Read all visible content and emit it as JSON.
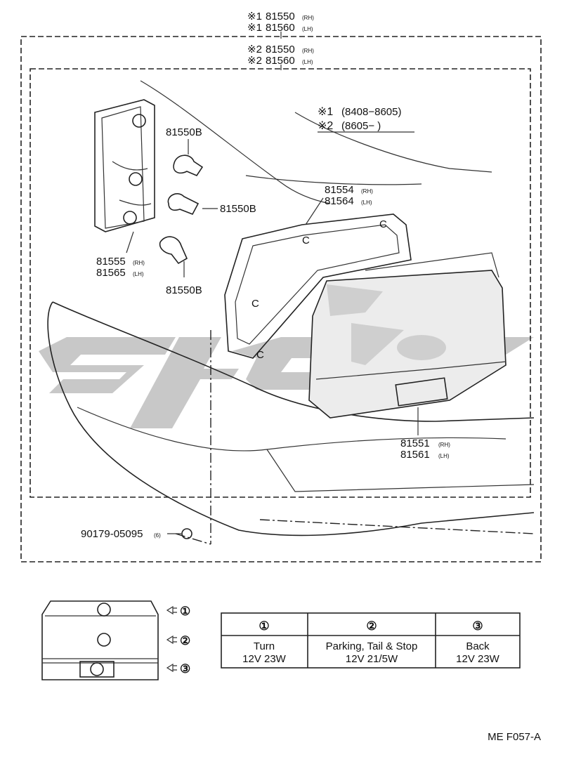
{
  "assembly": {
    "line1": {
      "mark": "※1",
      "part": "81550",
      "side": "(RH)"
    },
    "line2": {
      "mark": "※1",
      "part": "81560",
      "side": "(LH)"
    },
    "line3": {
      "mark": "※2",
      "part": "81550",
      "side": "(RH)"
    },
    "line4": {
      "mark": "※2",
      "part": "81560",
      "side": "(LH)"
    }
  },
  "notes": {
    "note1": {
      "mark": "※1",
      "range": "(8408−8605)"
    },
    "note2": {
      "mark": "※2",
      "range": "(8605−      )"
    }
  },
  "parts": {
    "bulb_top": "81550B",
    "bulb_mid": "81550B",
    "bulb_bottom": "81550B",
    "socket_rh": {
      "part": "81555",
      "side": "(RH)"
    },
    "socket_lh": {
      "part": "81565",
      "side": "(LH)"
    },
    "gasket_rh": {
      "part": "81554",
      "side": "(RH)"
    },
    "gasket_lh": {
      "part": "81564",
      "side": "(LH)"
    },
    "lens_rh": {
      "part": "81551",
      "side": "(RH)"
    },
    "lens_lh": {
      "part": "81561",
      "side": "(LH)"
    },
    "nut": {
      "part": "90179-05095",
      "qty": "(6)"
    },
    "gasket_clip": "C"
  },
  "bulb_table": {
    "headers": [
      "①",
      "②",
      "③"
    ],
    "rows": [
      {
        "name": "Turn",
        "spec": "12V 23W"
      },
      {
        "name": "Parking, Tail & Stop",
        "spec": "12V 21/5W"
      },
      {
        "name": "Back",
        "spec": "12V 23W"
      }
    ]
  },
  "lamp_markers": [
    "①",
    "②",
    "③"
  ],
  "figure_id": "ME F057-A"
}
